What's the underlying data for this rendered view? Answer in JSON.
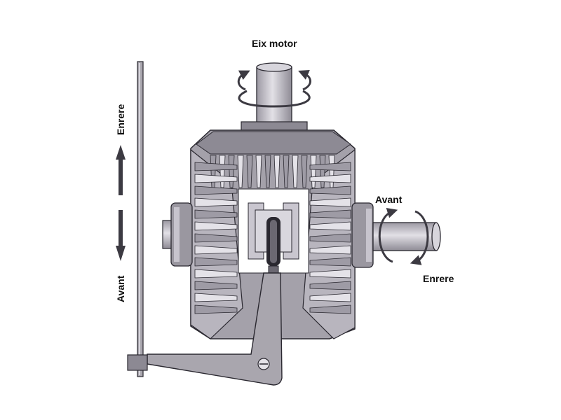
{
  "labels": {
    "motor_shaft": "Eix motor",
    "right_forward": "Avant",
    "right_reverse": "Enrere",
    "left_reverse": "Enrere",
    "left_forward": "Avant"
  },
  "colors": {
    "metal_fill": "#bdbac2",
    "metal_dark": "#6b6872",
    "metal_light": "#e4e2e8",
    "outline": "#2a2830",
    "arrow": "#3c3a42"
  }
}
